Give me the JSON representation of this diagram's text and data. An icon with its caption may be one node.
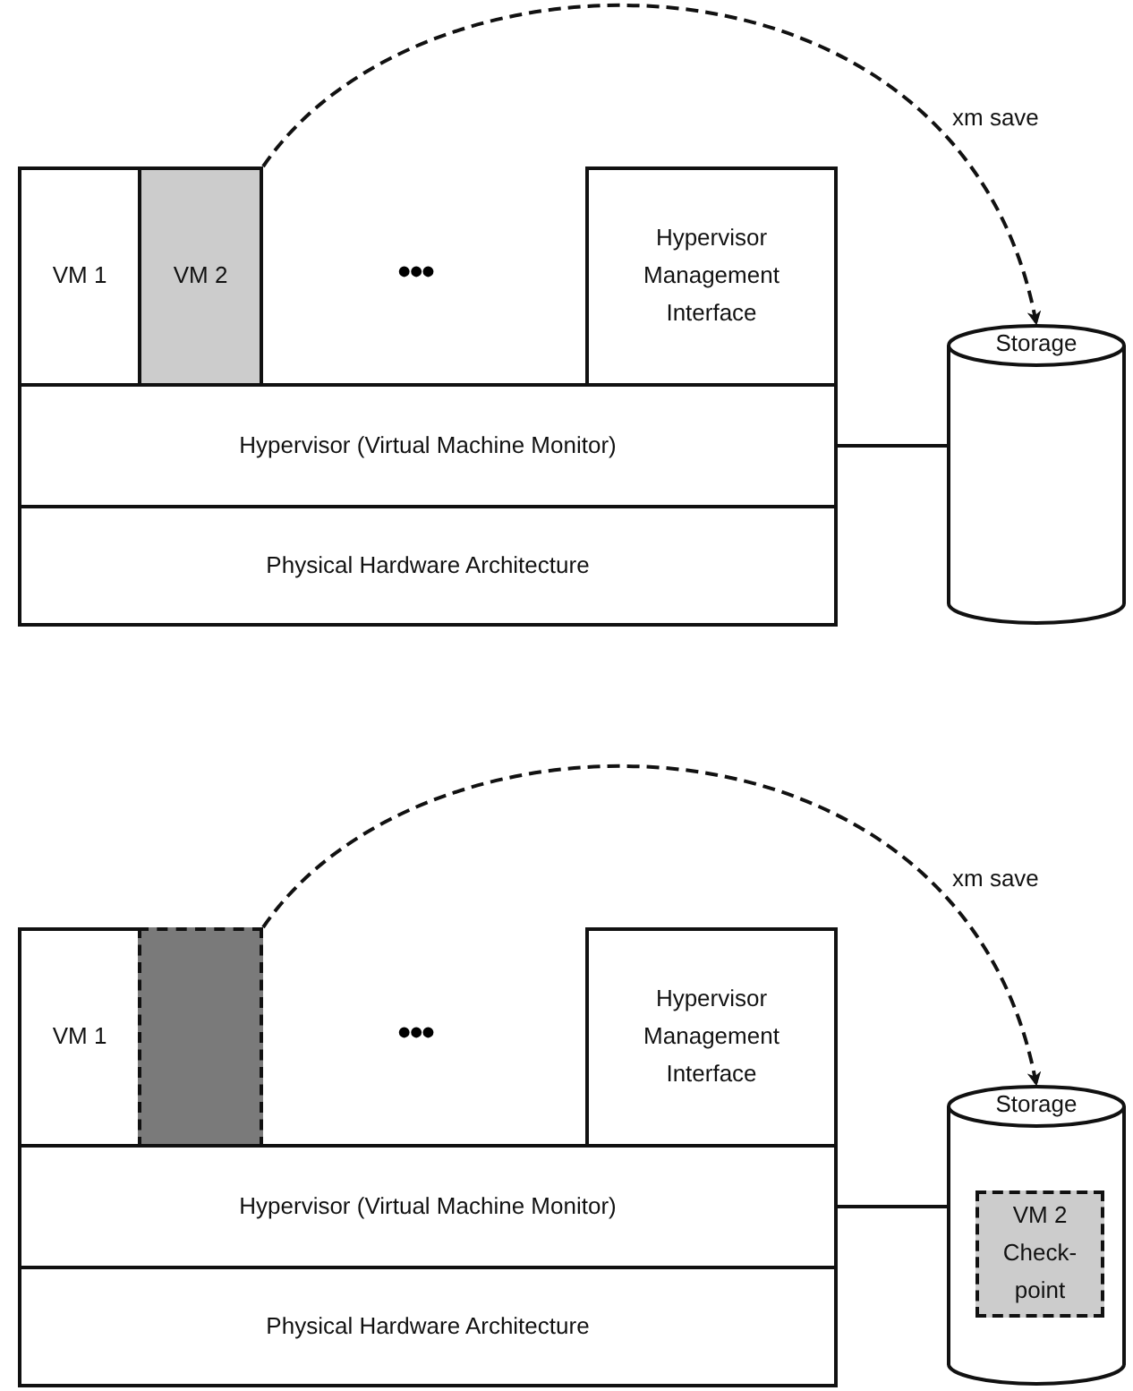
{
  "diagram": {
    "nodes": [
      {
        "text": [
          "VM 1"
        ]
      },
      {
        "text": [
          "VM 2"
        ]
      },
      {
        "text": [
          "Hypervisor Management Interface"
        ]
      },
      {
        "text": [
          "Hypervisor (Virtual Machine Monitor)"
        ]
      },
      {
        "text": [
          "Physical Hardware Architecture"
        ]
      },
      {
        "text": [
          "Storage"
        ]
      },
      {
        "text": [
          "VM 1"
        ]
      },
      {
        "text": [],
        "shape": "box"
      },
      {
        "text": [
          "Hypervisor Management Interface"
        ]
      },
      {
        "text": [
          "Hypervisor (Virtual Machine Monitor)"
        ]
      },
      {
        "text": [
          "Physical Hardware Architecture"
        ]
      },
      {
        "text": [
          "Storage"
        ]
      },
      {
        "text": [
          "VM 2 Check- point"
        ],
        "in": 11
      }
    ],
    "edges": [
      {
        "from": 1,
        "to": 5,
        "arrow": "to",
        "label": "xm save",
        "style": "dashed"
      },
      {
        "from": 3,
        "to": 5,
        "arrow": "none"
      },
      {
        "from": 7,
        "to": 11,
        "arrow": "to",
        "label": "xm save",
        "style": "dashed"
      },
      {
        "from": 9,
        "to": 11,
        "arrow": "none"
      }
    ],
    "labels": [
      "•••",
      "•••"
    ]
  }
}
